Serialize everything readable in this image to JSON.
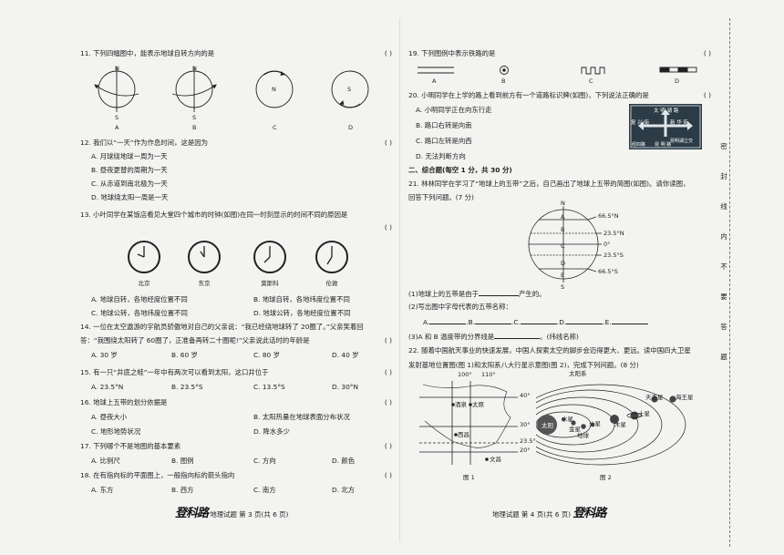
{
  "left": {
    "q11": {
      "text": "11. 下列四幅图中，能表示地球自转方向的是",
      "paren": "(      )",
      "labels": {
        "n": "N",
        "s": "S"
      },
      "options": [
        "A",
        "B",
        "C",
        "D"
      ]
    },
    "q12": {
      "text": "12. 我们以“一天”作为作息时间，这是因为",
      "paren": "(      )",
      "options": [
        "A. 月球绕地球一周为一天",
        "B. 昼夜更替的周期为一天",
        "C. 从赤道到南北极为一天",
        "D. 地球绕太阳一周是一天"
      ]
    },
    "q13": {
      "text": "13. 小叶同学在某饭店看见大堂四个城市的时钟(如图)在同一时刻显示的时间不同的原因是",
      "paren": "(      )",
      "cities": [
        "北京",
        "东京",
        "莫斯科",
        "伦敦"
      ],
      "options": [
        "A. 地球自转，各地经度位置不同",
        "B. 地球自转，各地纬度位置不同",
        "C. 地球公转，各地纬度位置不同",
        "D. 地球公转，各地经度位置不同"
      ]
    },
    "q14": {
      "line1": "14. 一位在太空遨游的宇航员骄傲地对自己的父亲说：“我已经绕地球转了 20圈了。”父亲笑着回",
      "line2": "答：“我围绕太阳转了 60圈了，正准备再转二十圈呢!”父亲说此话时的年龄是",
      "paren": "(      )",
      "options": [
        "A. 30 岁",
        "B. 60 岁",
        "C. 80 岁",
        "D. 40 岁"
      ]
    },
    "q15": {
      "text": "15. 有一只“井底之蛙”一年中有两次可以看到太阳，这口井位于",
      "paren": "(      )",
      "options": [
        "A. 23.5°N",
        "B. 23.5°S",
        "C. 13.5°S",
        "D. 30°N"
      ]
    },
    "q16": {
      "text": "16. 地球上五带的划分依据是",
      "paren": "(      )",
      "options": [
        "A. 昼夜大小",
        "B. 太阳热量在地球表面分布状况",
        "C. 地形地势状况",
        "D. 降水多少"
      ]
    },
    "q17": {
      "text": "17. 下列哪个不是地图的基本要素",
      "paren": "(      )",
      "options": [
        "A. 比例尺",
        "B. 图例",
        "C. 方向",
        "D. 颜色"
      ]
    },
    "q18": {
      "text": "18. 在有指向标的平面图上，一般指向标的箭头指向",
      "paren": "(      )",
      "options": [
        "A. 东方",
        "B. 西方",
        "C. 南方",
        "D. 北方"
      ]
    },
    "footer_brand": "登科路",
    "footer": "地理试题   第 3 页(共 6 页)"
  },
  "right": {
    "q19": {
      "text": "19. 下列图例中表示铁路的是",
      "paren": "(      )",
      "options": [
        "A",
        "B",
        "C",
        "D"
      ]
    },
    "q20": {
      "text": "20. 小明同学在上学的路上看到前方有一个道路标识牌(如图)，下列说法正确的是",
      "paren": "(      )",
      "options": [
        "A. 小明同学正在向东行走",
        "B. 路口右转是向南",
        "C. 路口左转是向西",
        "D. 无法判断方向"
      ],
      "sign": {
        "top": "太 明 湖 路",
        "left": "复 兴 街",
        "right": "新 华 街",
        "bottom": "昆 明 路",
        "corner": "经四路",
        "note": "昆明湖立交"
      }
    },
    "section2": "二、综合题(每空 1 分，共 30 分)",
    "q21": {
      "line1": "21. 林林同学在学习了“地球上的五带”之后，自己画出了地球上五带的简图(如图)。请你读图，",
      "line2": "回答下列问题。(7 分)",
      "zones": [
        "A",
        "B",
        "C",
        "D",
        "E"
      ],
      "lat": [
        "66.5°N",
        "23.5°N",
        "0°",
        "23.5°S",
        "66.5°S"
      ],
      "n": "N",
      "s": "S",
      "sub1a": "(1)地球上的五带是由于",
      "sub1b": "产生的。",
      "sub2": "(2)写出图中字母代表的五带名称：",
      "blanks": [
        "A.",
        ".B.",
        ".C.",
        ".D.",
        ".E."
      ],
      "sub3": "(3)A 和 B 温度带的分界线是",
      "sub3b": "。(纬线名称)"
    },
    "q22": {
      "line1": "22. 随着中国航天事业的快速发展，中国人探索太空的脚步会迈得更大、更远。读中国四大卫星",
      "line2": "发射基地位置图(图 1)和太阳系八大行星示意图(图 2)，完成下列问题。(8 分)",
      "map_lon": [
        "100°",
        "110°"
      ],
      "map_lat": [
        "40°",
        "30°",
        "23.5°",
        "20°"
      ],
      "bases": [
        "酒泉",
        "太原",
        "西昌",
        "文昌"
      ],
      "solar_title": "太阳系",
      "sun": "太阳",
      "planets": [
        "水星",
        "金星",
        "地球",
        "火星",
        "木星",
        "土星",
        "天王星",
        "海王星"
      ],
      "fig1": "图 1",
      "fig2": "图 2"
    },
    "footer": "地理试题   第 4 页(共 6 页)",
    "footer_brand": "登科路"
  },
  "side": [
    "密",
    "封",
    "线",
    "内",
    "不",
    "要",
    "答",
    "题"
  ]
}
